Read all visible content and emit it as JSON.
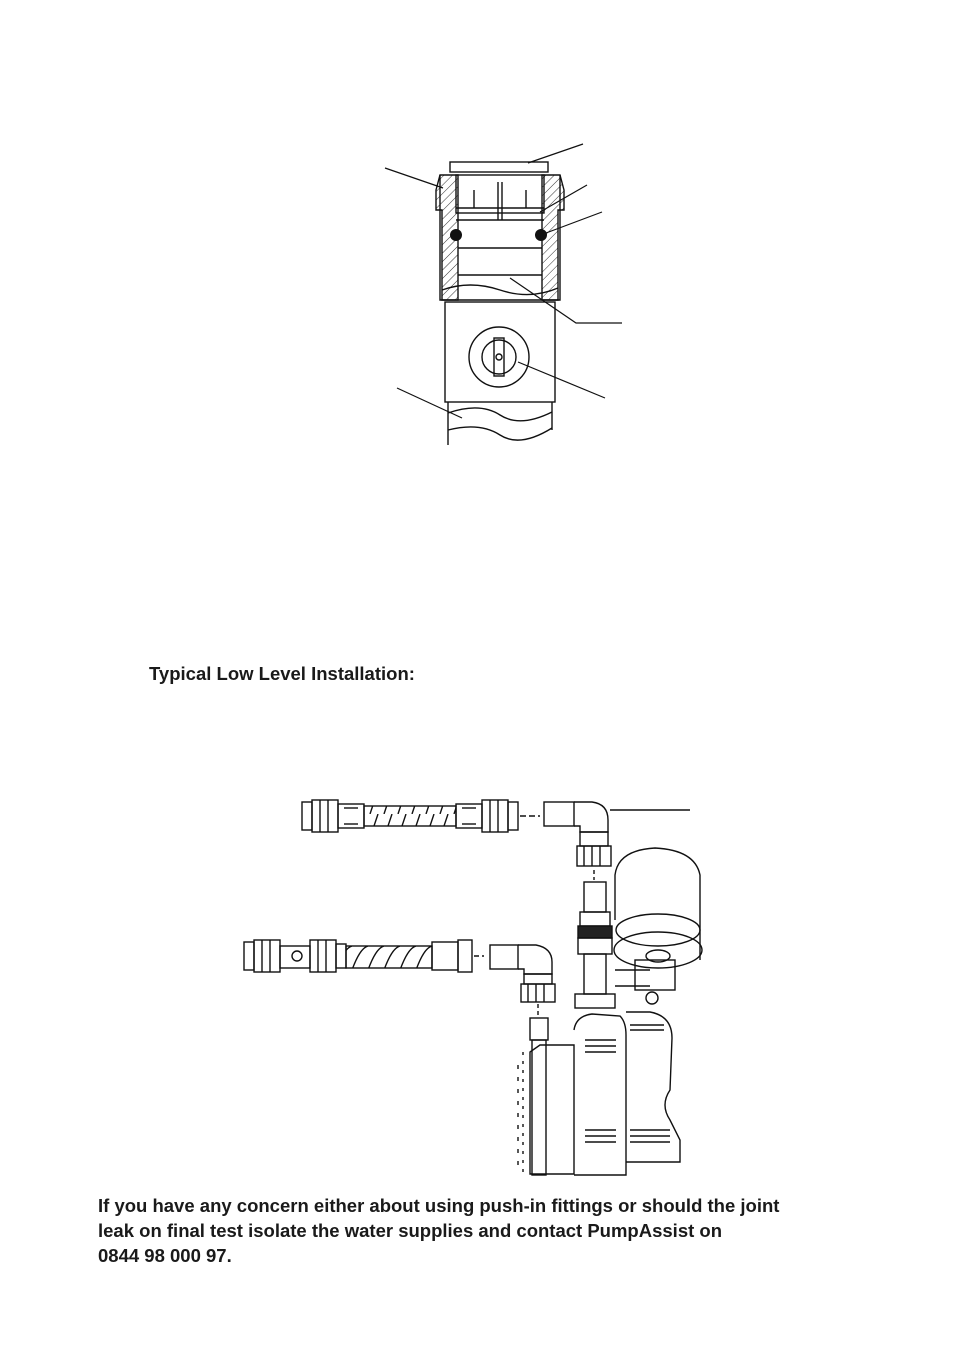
{
  "section_heading": "Typical Low Level Installation:",
  "note_lines": [
    "If you have any concern either about using push-in fittings or should the joint",
    "leak on final test isolate the water supplies and contact PumpAssist on",
    "0844 98 000 97."
  ]
}
